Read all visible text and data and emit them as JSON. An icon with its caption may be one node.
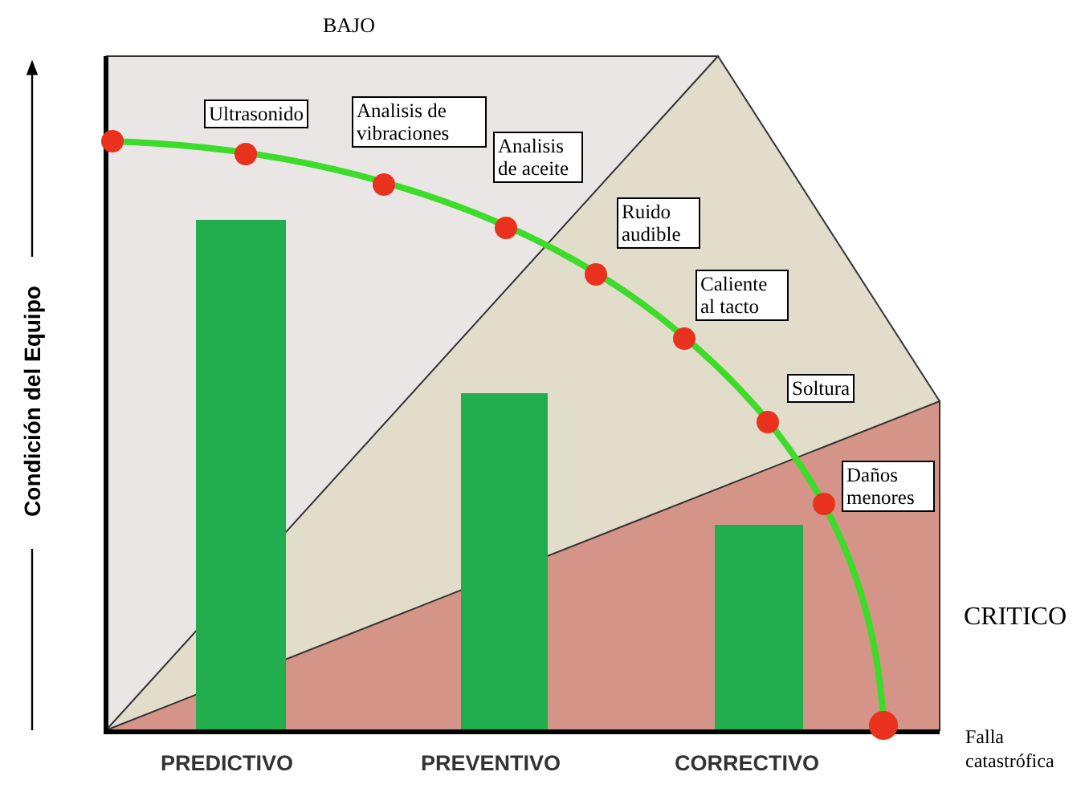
{
  "diagram": {
    "labels": [
      "BAJO",
      "Ultrasonido",
      "Analisis de vibraciones",
      "Analisis de aceite",
      "Ruido audible",
      "Caliente al tacto",
      "Soltura",
      "Daños menores",
      "Condición del Equipo",
      "CRITICO",
      "PREDICTIVO",
      "PREVENTIVO",
      "CORRECTIVO",
      "Falla catastrófica"
    ]
  }
}
